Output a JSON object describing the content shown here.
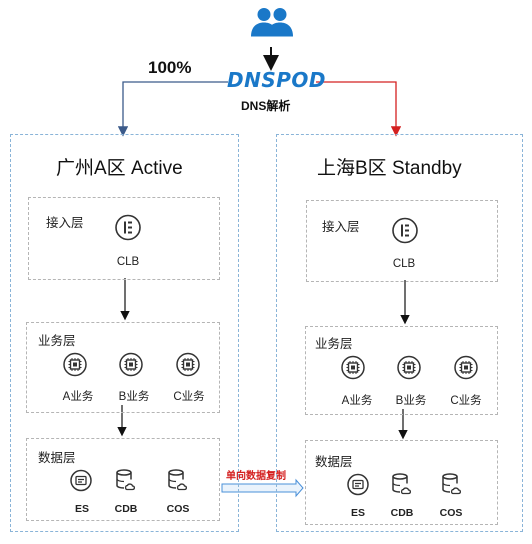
{
  "traffic_percent": "100%",
  "dns": {
    "logo_text": "DNSPOD",
    "label": "DNS解析"
  },
  "regions": {
    "a": {
      "title": "广州A区 Active",
      "access_layer": {
        "title": "接入层",
        "service": "CLB"
      },
      "business_layer": {
        "title": "业务层",
        "services": [
          "A业务",
          "B业务",
          "C业务"
        ]
      },
      "data_layer": {
        "title": "数据层",
        "services": [
          "ES",
          "CDB",
          "COS"
        ]
      }
    },
    "b": {
      "title": "上海B区 Standby",
      "access_layer": {
        "title": "接入层",
        "service": "CLB"
      },
      "business_layer": {
        "title": "业务层",
        "services": [
          "A业务",
          "B业务",
          "C业务"
        ]
      },
      "data_layer": {
        "title": "数据层",
        "services": [
          "ES",
          "CDB",
          "COS"
        ]
      }
    }
  },
  "replication_label": "单向数据复制",
  "colors": {
    "accent_blue": "#1a78c8",
    "active_line": "#3b5a8a",
    "standby_line": "#d42020",
    "region_border": "#8ab4d8",
    "layer_border": "#b5b5b5",
    "replication_arrow": "#4a90d9"
  },
  "icons": [
    "users-icon",
    "clb-icon",
    "cpu-chip-icon",
    "es-icon",
    "database-icon",
    "cloud-storage-icon"
  ]
}
